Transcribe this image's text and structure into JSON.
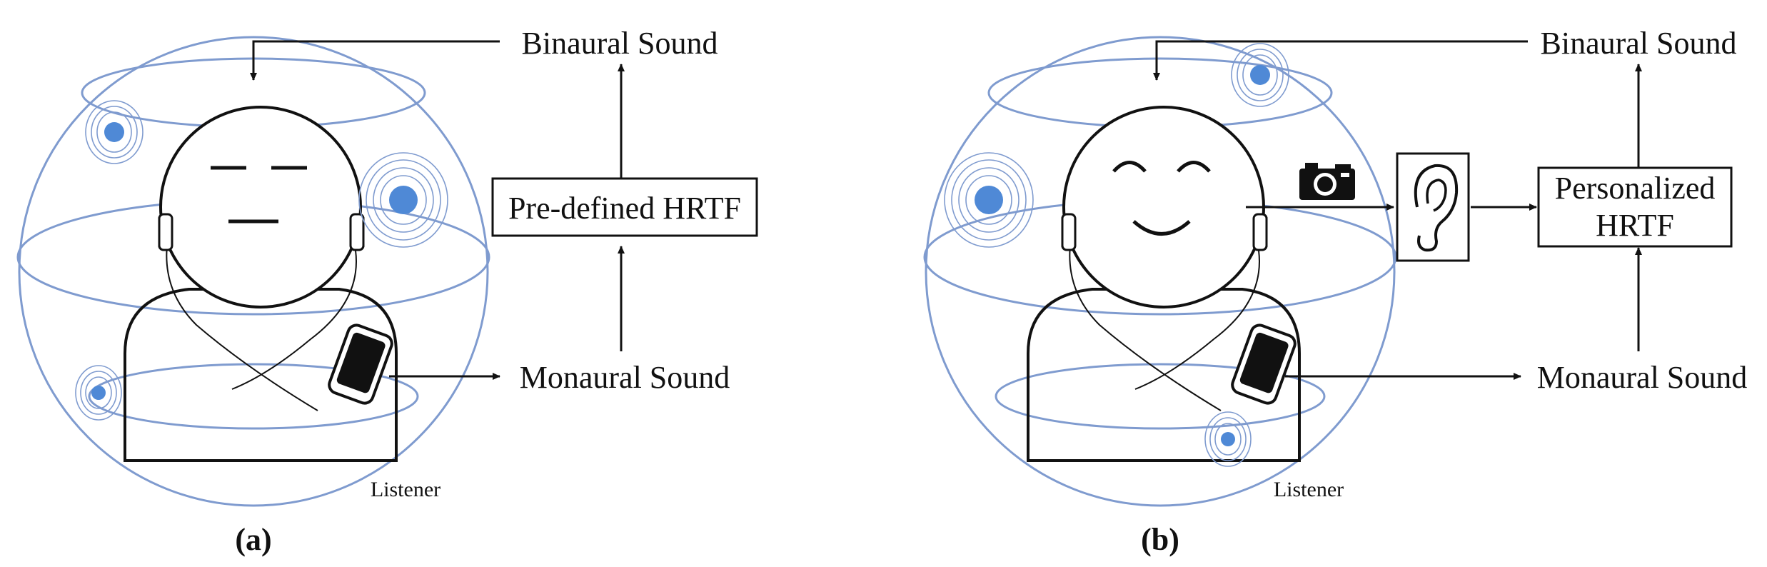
{
  "panel_a": {
    "top_label": "Binaural Sound",
    "box_label": "Pre-defined HRTF",
    "bottom_label": "Monaural Sound",
    "listener_label": "Listener",
    "panel_label": "(a)"
  },
  "panel_b": {
    "top_label": "Binaural Sound",
    "box_label_line1": "Personalized",
    "box_label_line2": "HRTF",
    "bottom_label": "Monaural Sound",
    "listener_label": "Listener",
    "panel_label": "(b)",
    "icons": [
      "camera-icon",
      "ear-icon"
    ]
  },
  "colors": {
    "sphere": "#7f9bcf",
    "sound_source": "#4f89d6",
    "ink": "#111111"
  }
}
